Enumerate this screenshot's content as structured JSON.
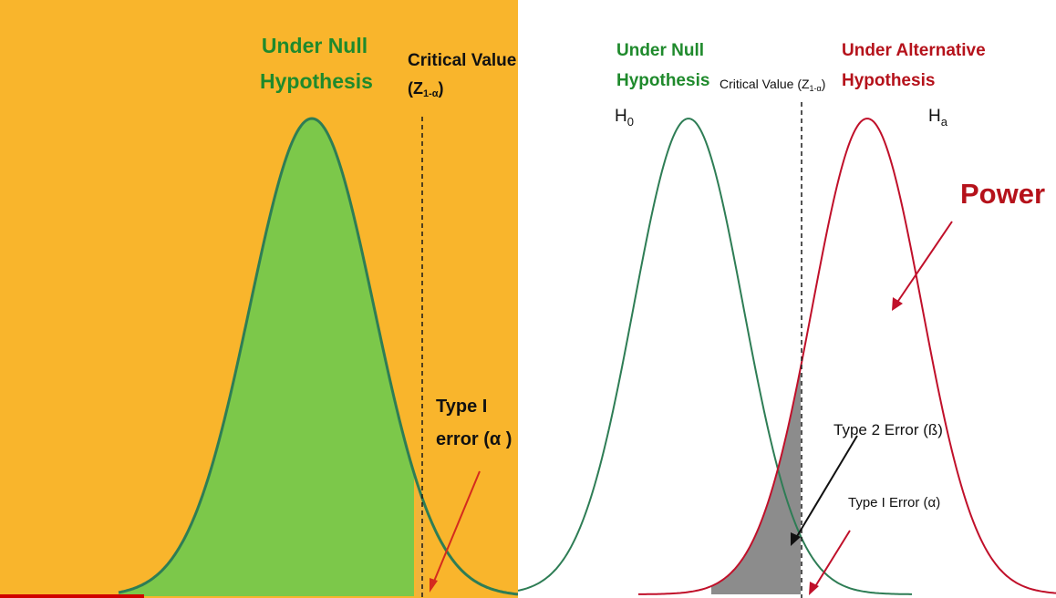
{
  "colors": {
    "left_background": "#F9B52C",
    "left_fill": "#7CC84A",
    "null_curve": "#2E7D55",
    "alt_curve": "#C0102A",
    "green_text": "#1F8A2C",
    "red_text": "#B5121B",
    "beta_shade": "#8C8C8C"
  },
  "left": {
    "title_line1": "Under Null",
    "title_line2": "Hypothesis",
    "critical_line1": "Critical Value",
    "critical_z": "(Z",
    "critical_sub": "1-α",
    "critical_close": ")",
    "type1_line1": "Type I",
    "type1_line2": "error (α  )"
  },
  "right": {
    "null_line1": "Under Null",
    "null_line2": "Hypothesis",
    "critical_text": "Critical Value (Z",
    "critical_sub": "1-α",
    "critical_close": ")",
    "alt_line1": "Under Alternative",
    "alt_line2": "Hypothesis",
    "h0_letter": "H",
    "h0_sub": "0",
    "ha_letter": "H",
    "ha_sub": "a",
    "power": "Power",
    "type2": "Type 2 Error (ß)",
    "type1": "Type I Error (α)"
  }
}
